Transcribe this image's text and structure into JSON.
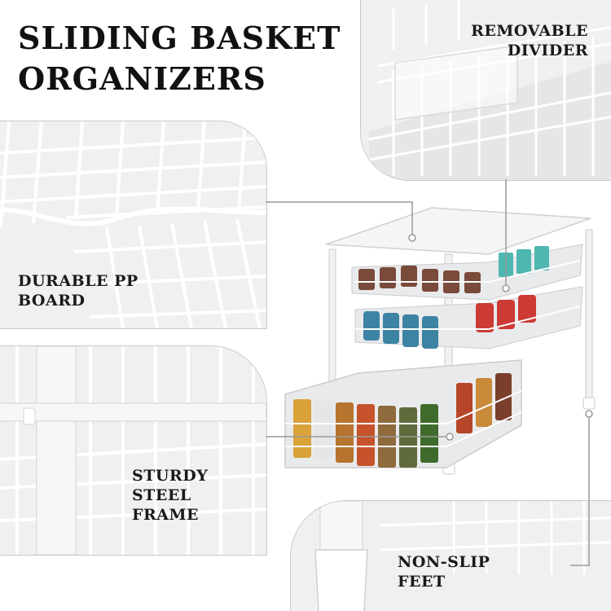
{
  "title": {
    "line1": "SLIDING BASKET",
    "line2": "ORGANIZERS"
  },
  "features": {
    "divider": {
      "line1": "REMOVABLE",
      "line2": "DIVIDER"
    },
    "board": {
      "line1": "DURABLE PP",
      "line2": "BOARD"
    },
    "frame": {
      "line1": "STURDY",
      "line2": "STEEL",
      "line3": "FRAME"
    },
    "feet": {
      "line1": "NON-SLIP",
      "line2": "FEET"
    }
  },
  "colors": {
    "background": "#ffffff",
    "panel": "#f2f3f4",
    "wire": "#ffffff",
    "frame": "#e8e9eb",
    "text": "#111111",
    "connector": "#9a9a9a"
  },
  "icons": [
    "basket-organizer-illustration",
    "wire-mesh-detail",
    "steel-post-detail",
    "rubber-foot-detail"
  ]
}
